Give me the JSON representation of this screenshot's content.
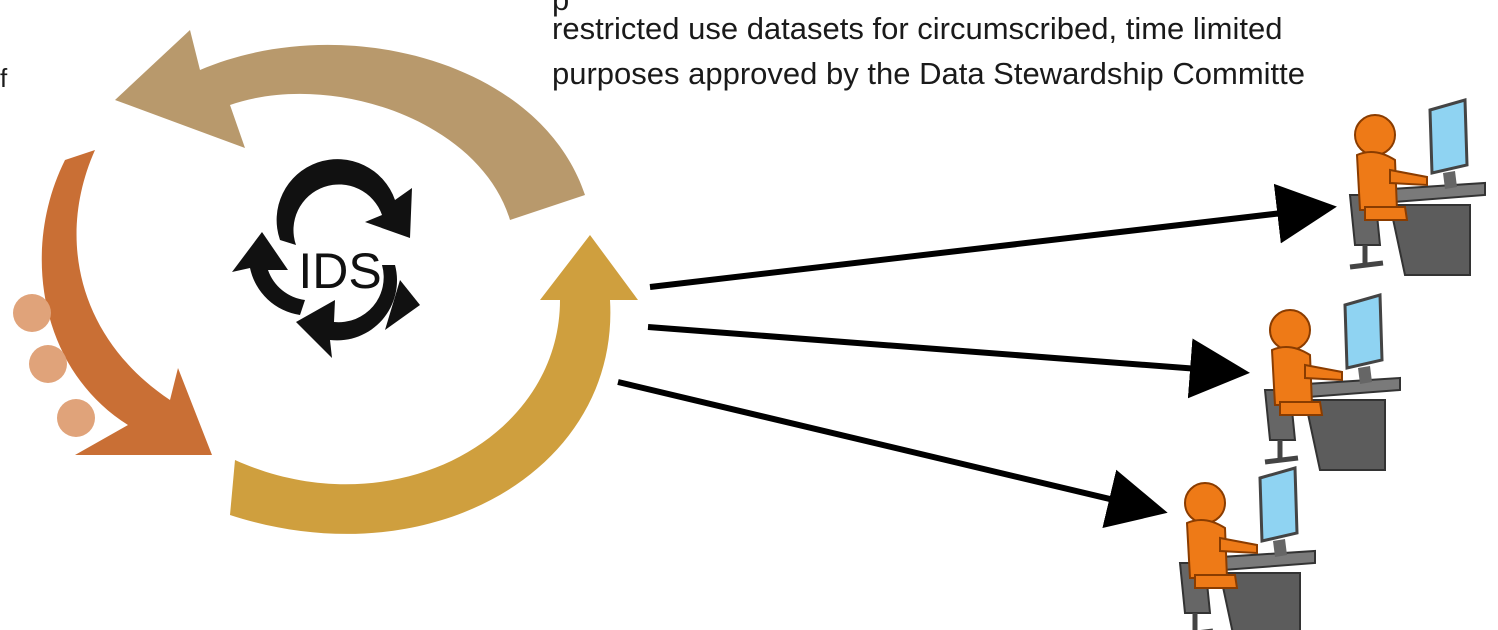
{
  "caption": {
    "fragment_top": "p",
    "line1": "restricted use datasets for circumscribed, time limited",
    "line2": "purposes approved by the Data Stewardship Committe"
  },
  "left_fragment": "f",
  "hub": {
    "label": "IDS"
  },
  "colors": {
    "tan_arrow": "#b8996c",
    "orange_arrow": "#c96f35",
    "gold_arrow": "#cf9f3e",
    "dots": "#e0a37a",
    "connector": "#000000",
    "person": "#ee7a17",
    "monitor_screen": "#8fd3f2",
    "desk": "#7a7a7a"
  },
  "icons": [
    "cycle-icon",
    "user-at-computer-icon"
  ]
}
